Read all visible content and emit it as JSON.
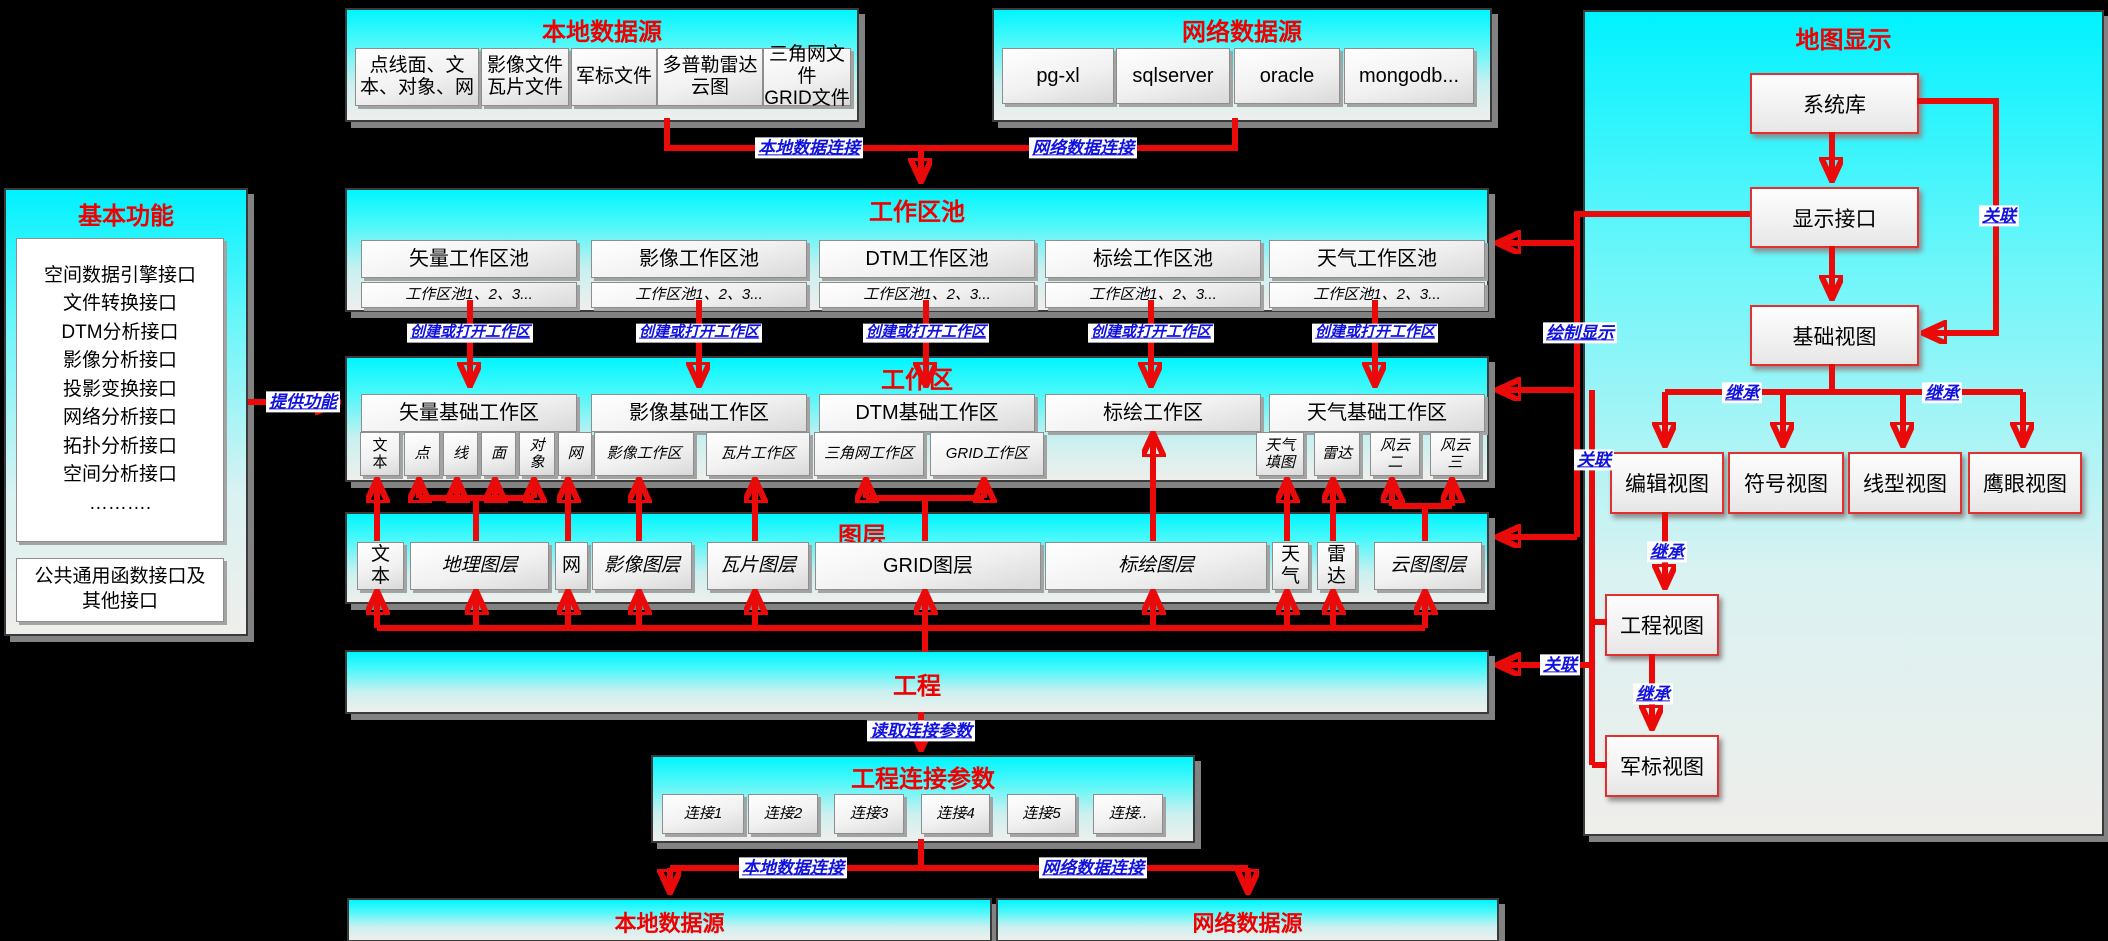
{
  "colors": {
    "line_red": "#ea0a0a",
    "title_red": "#f00000",
    "label_blue": "#1212dd",
    "bar_cyan": "#00f6ff"
  },
  "top_local": {
    "title": "本地数据源",
    "items": [
      "点线面、文\n本、对象、网",
      "影像文件\n瓦片文件",
      "军标文件",
      "多普勒雷达\n云图",
      "三角网文件\nGRID文件"
    ]
  },
  "top_network": {
    "title": "网络数据源",
    "items": [
      "pg-xl",
      "sqlserver",
      "oracle",
      "mongodb..."
    ]
  },
  "basic": {
    "title": "基本功能",
    "interfaces": "空间数据引擎接口\n文件转换接口\nDTM分析接口\n影像分析接口\n投影变换接口\n网络分析接口\n拓扑分析接口\n空间分析接口\n……….",
    "common": "公共通用函数接口及\n其他接口"
  },
  "pool": {
    "title": "工作区池",
    "columns": [
      "矢量工作区池",
      "影像工作区池",
      "DTM工作区池",
      "标绘工作区池",
      "天气工作区池"
    ],
    "instances": "工作区池1、2、3..."
  },
  "workspace": {
    "title": "工作区",
    "columns": [
      "矢量基础工作区",
      "影像基础工作区",
      "DTM基础工作区",
      "标绘工作区",
      "天气基础工作区"
    ],
    "subs": [
      "文\n本",
      "点",
      "线",
      "面",
      "对\n象",
      "网",
      "影像工作区",
      "瓦片工作区",
      "三角网工作区",
      "GRID工作区",
      "天气\n填图",
      "雷达",
      "风云\n二",
      "风云\n三"
    ]
  },
  "layers": {
    "title": "图层",
    "items": [
      "文\n本",
      "地理图层",
      "网",
      "影像图层",
      "瓦片图层",
      "GRID图层",
      "标绘图层",
      "天\n气",
      "雷\n达",
      "云图图层"
    ]
  },
  "project": {
    "title": "工程"
  },
  "conn_params": {
    "title": "工程连接参数",
    "items": [
      "连接1",
      "连接2",
      "连接3",
      "连接4",
      "连接5",
      "连接.."
    ]
  },
  "bottom_local": {
    "title": "本地数据源"
  },
  "bottom_network": {
    "title": "网络数据源"
  },
  "map": {
    "title": "地图显示",
    "nodes": {
      "system_lib": "系统库",
      "display_if": "显示接口",
      "base_view": "基础视图",
      "edit_view": "编辑视图",
      "symbol_view": "符号视图",
      "line_view": "线型视图",
      "eagle_view": "鹰眼视图",
      "project_view": "工程视图",
      "military_view": "军标视图"
    }
  },
  "labels": {
    "local_conn": "本地数据连接",
    "network_conn": "网络数据连接",
    "create_open": "创建或打开工作区",
    "provide": "提供功能",
    "draw_display": "绘制显示",
    "assoc": "关联",
    "inherit": "继承",
    "read_params": "读取连接参数"
  }
}
